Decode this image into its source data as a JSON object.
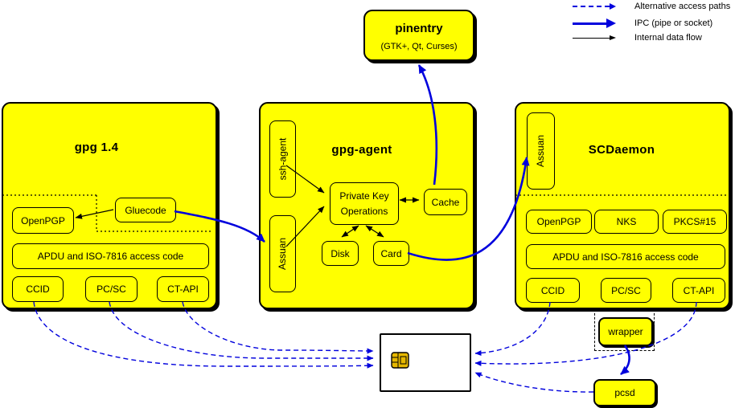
{
  "legend": {
    "items": [
      {
        "id": "alternative",
        "label": "Alternative access paths"
      },
      {
        "id": "ipc",
        "label": "IPC (pipe or socket)"
      },
      {
        "id": "internal",
        "label": "Internal data flow"
      }
    ]
  },
  "pinentry": {
    "title": "pinentry",
    "subtitle": "(GTK+, Qt, Curses)"
  },
  "gpg14": {
    "title": "gpg 1.4",
    "gluecode": "Gluecode",
    "openpgp": "OpenPGP",
    "apdu": "APDU and ISO-7816 access code",
    "ccid": "CCID",
    "pcsc": "PC/SC",
    "ctapi": "CT-API"
  },
  "gpg_agent": {
    "title": "gpg-agent",
    "ssh_agent": "ssh-agent",
    "assuan": "Assuan",
    "private_key_line1": "Private Key",
    "private_key_line2": "Operations",
    "cache": "Cache",
    "disk": "Disk",
    "card": "Card"
  },
  "scdaemon": {
    "title": "SCDaemon",
    "assuan": "Assuan",
    "openpgp": "OpenPGP",
    "nks": "NKS",
    "pkcs15": "PKCS#15",
    "apdu": "APDU and ISO-7816 access code",
    "ccid": "CCID",
    "pcsc": "PC/SC",
    "ctapi": "CT-API"
  },
  "wrapper": {
    "label": "wrapper"
  },
  "pcsd": {
    "label": "pcsd"
  },
  "colors": {
    "node_fill": "#ffff00",
    "arrow_blue": "#0000dd",
    "arrow_black": "#000000",
    "chip_gold": "#e6b800",
    "card_fill": "#ffffff"
  }
}
